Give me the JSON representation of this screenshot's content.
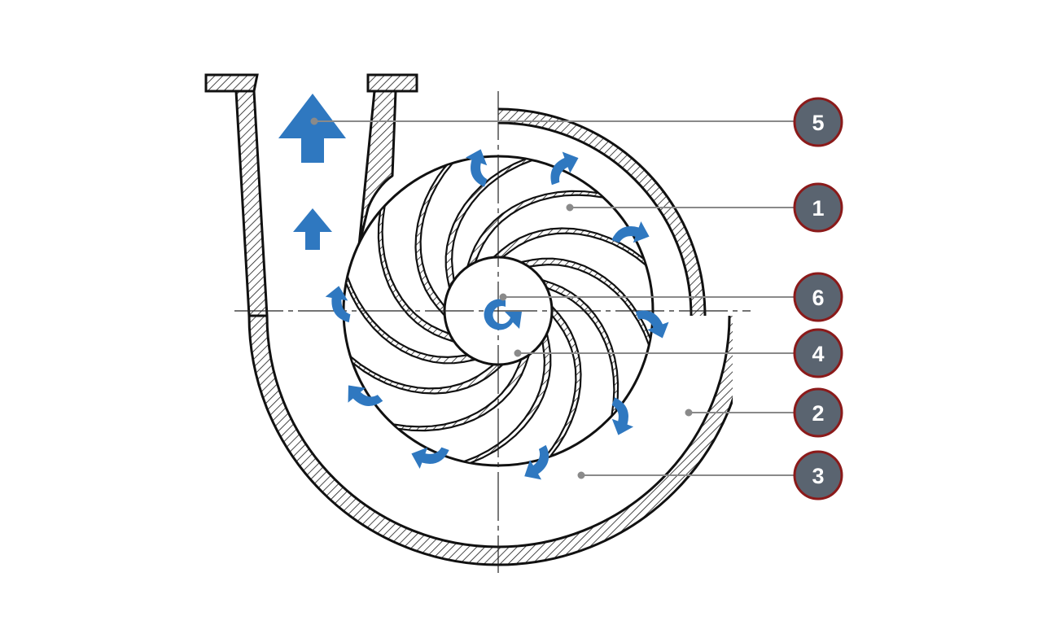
{
  "diagram": {
    "colors": {
      "line": "#111111",
      "hatch": "#1a1a1a",
      "flow_arrow": "#2f78c0",
      "callout_fill": "#5a6470",
      "callout_ring": "#8b1a1a",
      "leader": "#8a8a8a"
    },
    "callouts": [
      {
        "label": "5"
      },
      {
        "label": "1"
      },
      {
        "label": "6"
      },
      {
        "label": "4"
      },
      {
        "label": "2"
      },
      {
        "label": "3"
      }
    ]
  }
}
